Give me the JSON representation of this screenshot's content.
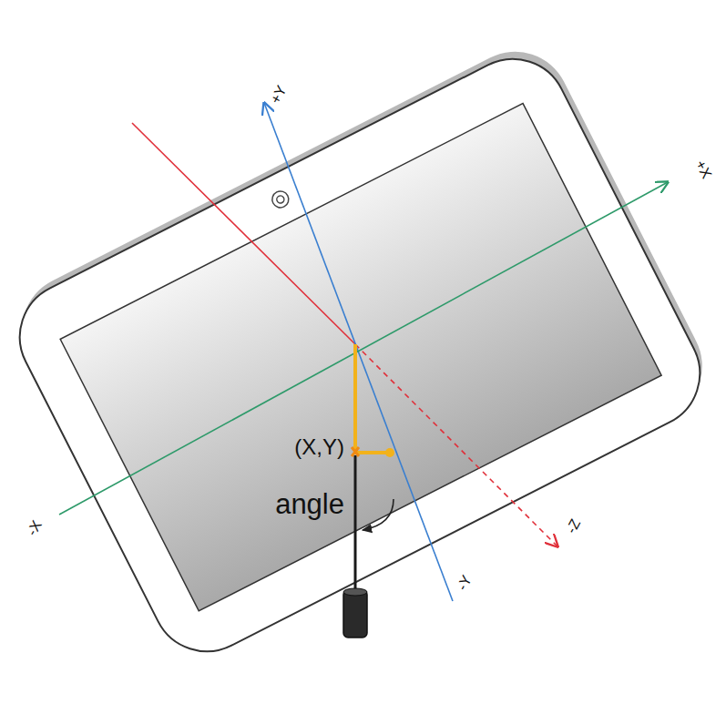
{
  "diagram": {
    "labels": [
      "+Y",
      "+X",
      "-X",
      "-Y",
      "-Z",
      "(X,Y)",
      "angle"
    ]
  }
}
